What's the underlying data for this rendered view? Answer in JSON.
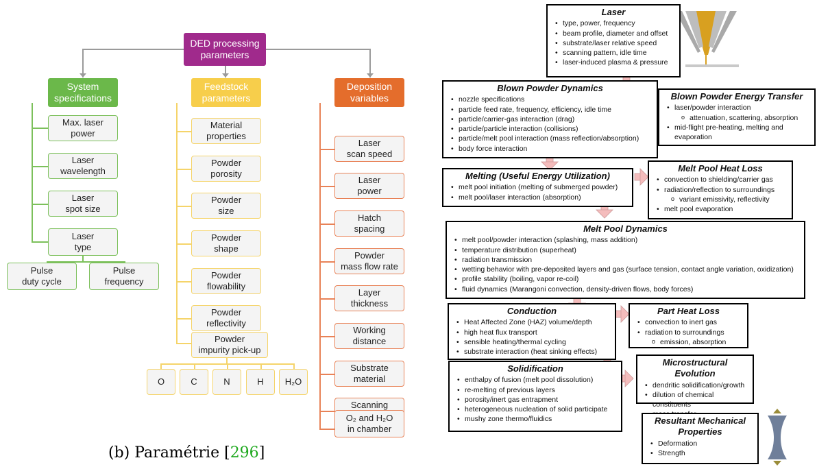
{
  "left": {
    "root": "DED processing\nparameters",
    "categories": [
      {
        "label": "System\nspecifications",
        "children": [
          "Max. laser\npower",
          "Laser\nwavelength",
          "Laser\nspot size",
          "Laser\ntype"
        ],
        "sub": [
          "Pulse\nduty cycle",
          "Pulse\nfrequency"
        ]
      },
      {
        "label": "Feedstock\nparameters",
        "children": [
          "Material\nproperties",
          "Powder\nporosity",
          "Powder\nsize",
          "Powder\nshape",
          "Powder\nflowability",
          "Powder\nreflectivity",
          "Powder\nimpurity pick-up"
        ],
        "sub": [
          "O",
          "C",
          "N",
          "H",
          "H₂O"
        ]
      },
      {
        "label": "Deposition\nvariables",
        "children": [
          "Laser\nscan speed",
          "Laser\npower",
          "Hatch\nspacing",
          "Powder\nmass flow rate",
          "Layer\nthickness",
          "Working\ndistance",
          "Substrate\nmaterial",
          "Scanning\nmethodology",
          "O₂ and H₂O\nin chamber"
        ]
      }
    ],
    "caption": "(b) Paramétrie [",
    "caption_ref": "296",
    "caption_end": "]"
  },
  "right": {
    "laser": {
      "title": "Laser",
      "items": [
        "type, power, frequency",
        "beam profile, diameter and offset",
        "substrate/laser relative speed",
        "scanning pattern, idle time",
        "laser-induced plasma & pressure"
      ]
    },
    "blown_powder_dynamics": {
      "title": "Blown Powder Dynamics",
      "items": [
        "nozzle specifications",
        "particle feed rate, frequency, efficiency, idle time",
        "particle/carrier-gas interaction (drag)",
        "particle/particle interaction (collisions)",
        "particle/melt pool interaction (mass reflection/absorption)",
        "body force  interaction"
      ]
    },
    "blown_powder_energy": {
      "title": "Blown Powder Energy Transfer",
      "items": [
        "laser/powder interaction",
        "attenuation, scattering, absorption",
        "mid-flight pre-heating, melting and evaporation"
      ]
    },
    "melting": {
      "title": "Melting (Useful Energy Utilization)",
      "items": [
        "melt pool initiation (melting of submerged powder)",
        "melt pool/laser interaction (absorption)"
      ]
    },
    "melt_pool_heat_loss": {
      "title": "Melt Pool Heat Loss",
      "items": [
        "convection to shielding/carrier gas",
        "radiation/reflection to surroundings",
        "variant emissivity, reflectivity",
        "melt pool evaporation"
      ]
    },
    "melt_pool_dynamics": {
      "title": "Melt Pool Dynamics",
      "items": [
        "melt pool/powder interaction (splashing, mass addition)",
        "temperature distribution (superheat)",
        "radiation transmission",
        "wetting behavior with pre-deposited layers and gas (surface tension, contact angle variation, oxidization)",
        "profile stability (boiling, vapor re-coil)",
        "fluid dynamics (Marangoni convection, density-driven flows, body forces)"
      ]
    },
    "conduction": {
      "title": "Conduction",
      "items": [
        "Heat Affected Zone (HAZ) volume/depth",
        "high heat flux transport",
        "sensible heating/thermal cycling",
        "substrate interaction (heat sinking effects)"
      ]
    },
    "part_heat_loss": {
      "title": "Part Heat Loss",
      "items": [
        "convection to inert gas",
        "radiation to surroundings",
        "emission, absorption"
      ]
    },
    "solidification": {
      "title": "Solidification",
      "items": [
        "enthalpy of fusion (melt pool dissolution)",
        "re-melting of previous layers",
        "porosity/inert gas entrapment",
        "heterogeneous nucleation of solid participate",
        "mushy zone thermo/fluidics"
      ]
    },
    "microstructural": {
      "title": "Microstructural Evolution",
      "items": [
        "dendritic solidification/growth",
        "dilution of chemical constituents",
        "mass transfer"
      ]
    },
    "resultant": {
      "title": "Resultant Mechanical\nProperties",
      "items": [
        "Deformation",
        "Strength"
      ]
    }
  },
  "colors": {
    "root": "#a02a8c",
    "system": "#6bb84a",
    "feedstock": "#f7ce4b",
    "deposition": "#e46d2c",
    "arrow": "#f2b9b9"
  }
}
